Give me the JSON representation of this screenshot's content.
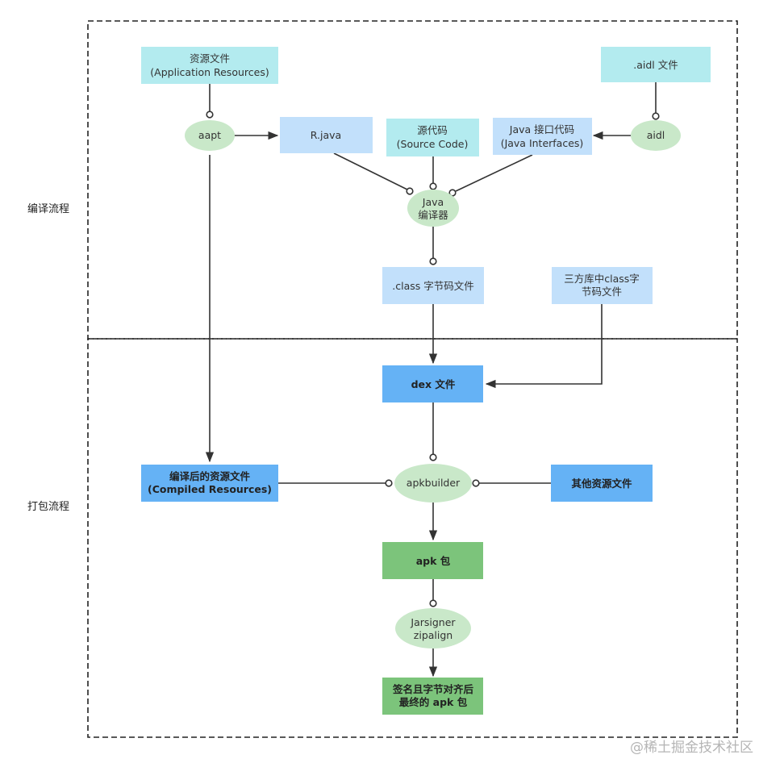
{
  "sections": {
    "compile": "编译流程",
    "package": "打包流程"
  },
  "nodes": {
    "app_resources": {
      "line1": "资源文件",
      "line2": "(Application Resources)"
    },
    "aidl_file": {
      "line1": ".aidl 文件"
    },
    "aapt": {
      "line1": "aapt"
    },
    "r_java": {
      "line1": "R.java"
    },
    "source_code": {
      "line1": "源代码",
      "line2": "(Source Code)"
    },
    "java_interfaces": {
      "line1": "Java 接口代码",
      "line2": "(Java Interfaces)"
    },
    "aidl": {
      "line1": "aidl"
    },
    "java_compiler": {
      "line1": "Java",
      "line2": "编译器"
    },
    "class_files": {
      "line1": ".class 字节码文件"
    },
    "third_party_class": {
      "line1": "三方库中class字",
      "line2": "节码文件"
    },
    "dex_file": {
      "line1": "dex 文件"
    },
    "compiled_resources": {
      "line1": "编译后的资源文件",
      "line2": "(Compiled Resources)"
    },
    "apkbuilder": {
      "line1": "apkbuilder"
    },
    "other_resources": {
      "line1": "其他资源文件"
    },
    "apk": {
      "line1": "apk 包"
    },
    "jarsigner": {
      "line1": "Jarsigner",
      "line2": "zipalign"
    },
    "final_apk": {
      "line1": "签名且字节对齐后",
      "line2": "最终的 apk 包"
    }
  },
  "colors": {
    "light_cyan": "#b3ebef",
    "light_blue": "#c2e0fb",
    "blue": "#65b2f5",
    "green": "#7cc47b",
    "light_green": "#c9e8c9",
    "line": "#333333",
    "dash": "#222222"
  },
  "watermark": "@稀土掘金技术社区"
}
